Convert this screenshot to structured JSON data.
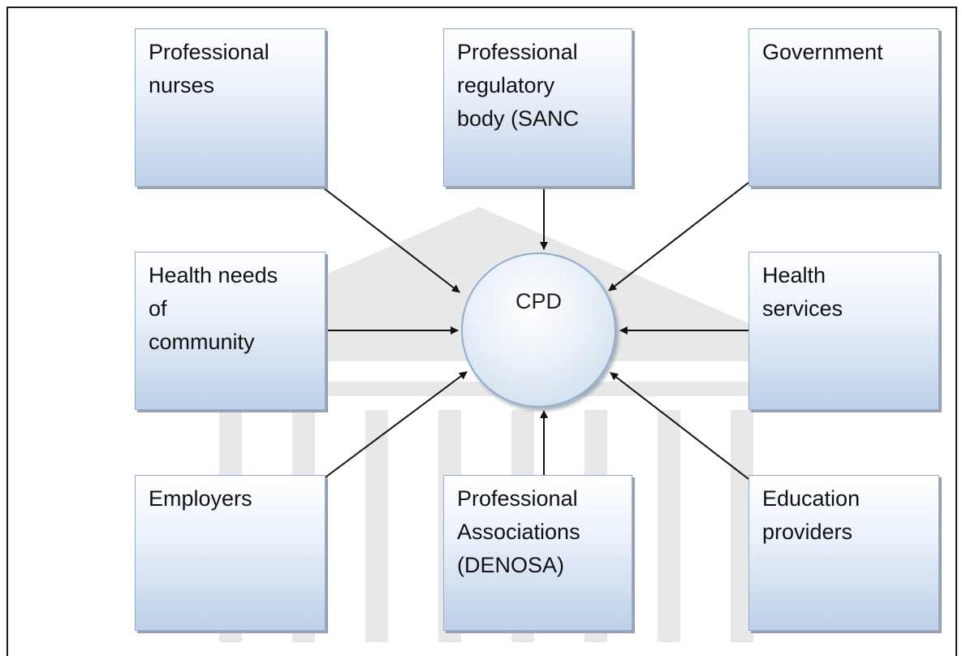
{
  "diagram": {
    "center": {
      "label": "CPD"
    },
    "nodes": [
      {
        "id": "professional-nurses",
        "label": "Professional\nnurses"
      },
      {
        "id": "regulatory-body",
        "label": "Professional\nregulatory\nbody (SANC"
      },
      {
        "id": "government",
        "label": "Government"
      },
      {
        "id": "health-needs",
        "label": "Health needs\nof\ncommunity"
      },
      {
        "id": "health-services",
        "label": "Health\nservices"
      },
      {
        "id": "employers",
        "label": "Employers"
      },
      {
        "id": "professional-associations",
        "label": "Professional\nAssociations\n(DENOSA)"
      },
      {
        "id": "education-providers",
        "label": "Education\nproviders"
      }
    ],
    "edges": [
      {
        "from": "professional-nurses",
        "to": "CPD"
      },
      {
        "from": "regulatory-body",
        "to": "CPD"
      },
      {
        "from": "government",
        "to": "CPD"
      },
      {
        "from": "health-needs",
        "to": "CPD"
      },
      {
        "from": "health-services",
        "to": "CPD"
      },
      {
        "from": "employers",
        "to": "CPD"
      },
      {
        "from": "professional-associations",
        "to": "CPD"
      },
      {
        "from": "education-providers",
        "to": "CPD"
      }
    ],
    "colors": {
      "box_border": "#8fadd1",
      "box_fill": "#bdd0e8",
      "arrow": "#111111"
    }
  }
}
